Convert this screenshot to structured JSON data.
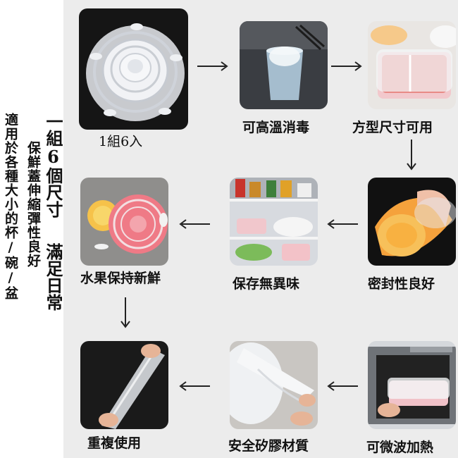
{
  "side_text": {
    "headline_part1": "一組6個尺寸",
    "headline_part2": "滿足日常",
    "subline": "保鮮蓋伸縮彈性良好",
    "tagline": "適用於各種大小的杯/碗/盆"
  },
  "tiles": [
    {
      "caption": "1組6入"
    },
    {
      "caption": "可高溫消毒"
    },
    {
      "caption": "方型尺寸可用"
    },
    {
      "caption": "密封性良好"
    },
    {
      "caption": "保存無異味"
    },
    {
      "caption": "水果保持新鮮"
    },
    {
      "caption": "可微波加熱"
    },
    {
      "caption": "安全矽膠材質"
    },
    {
      "caption": "重複使用"
    }
  ],
  "colors": {
    "panel_background": "#ececec",
    "text": "#111111",
    "arrow": "#222222"
  }
}
